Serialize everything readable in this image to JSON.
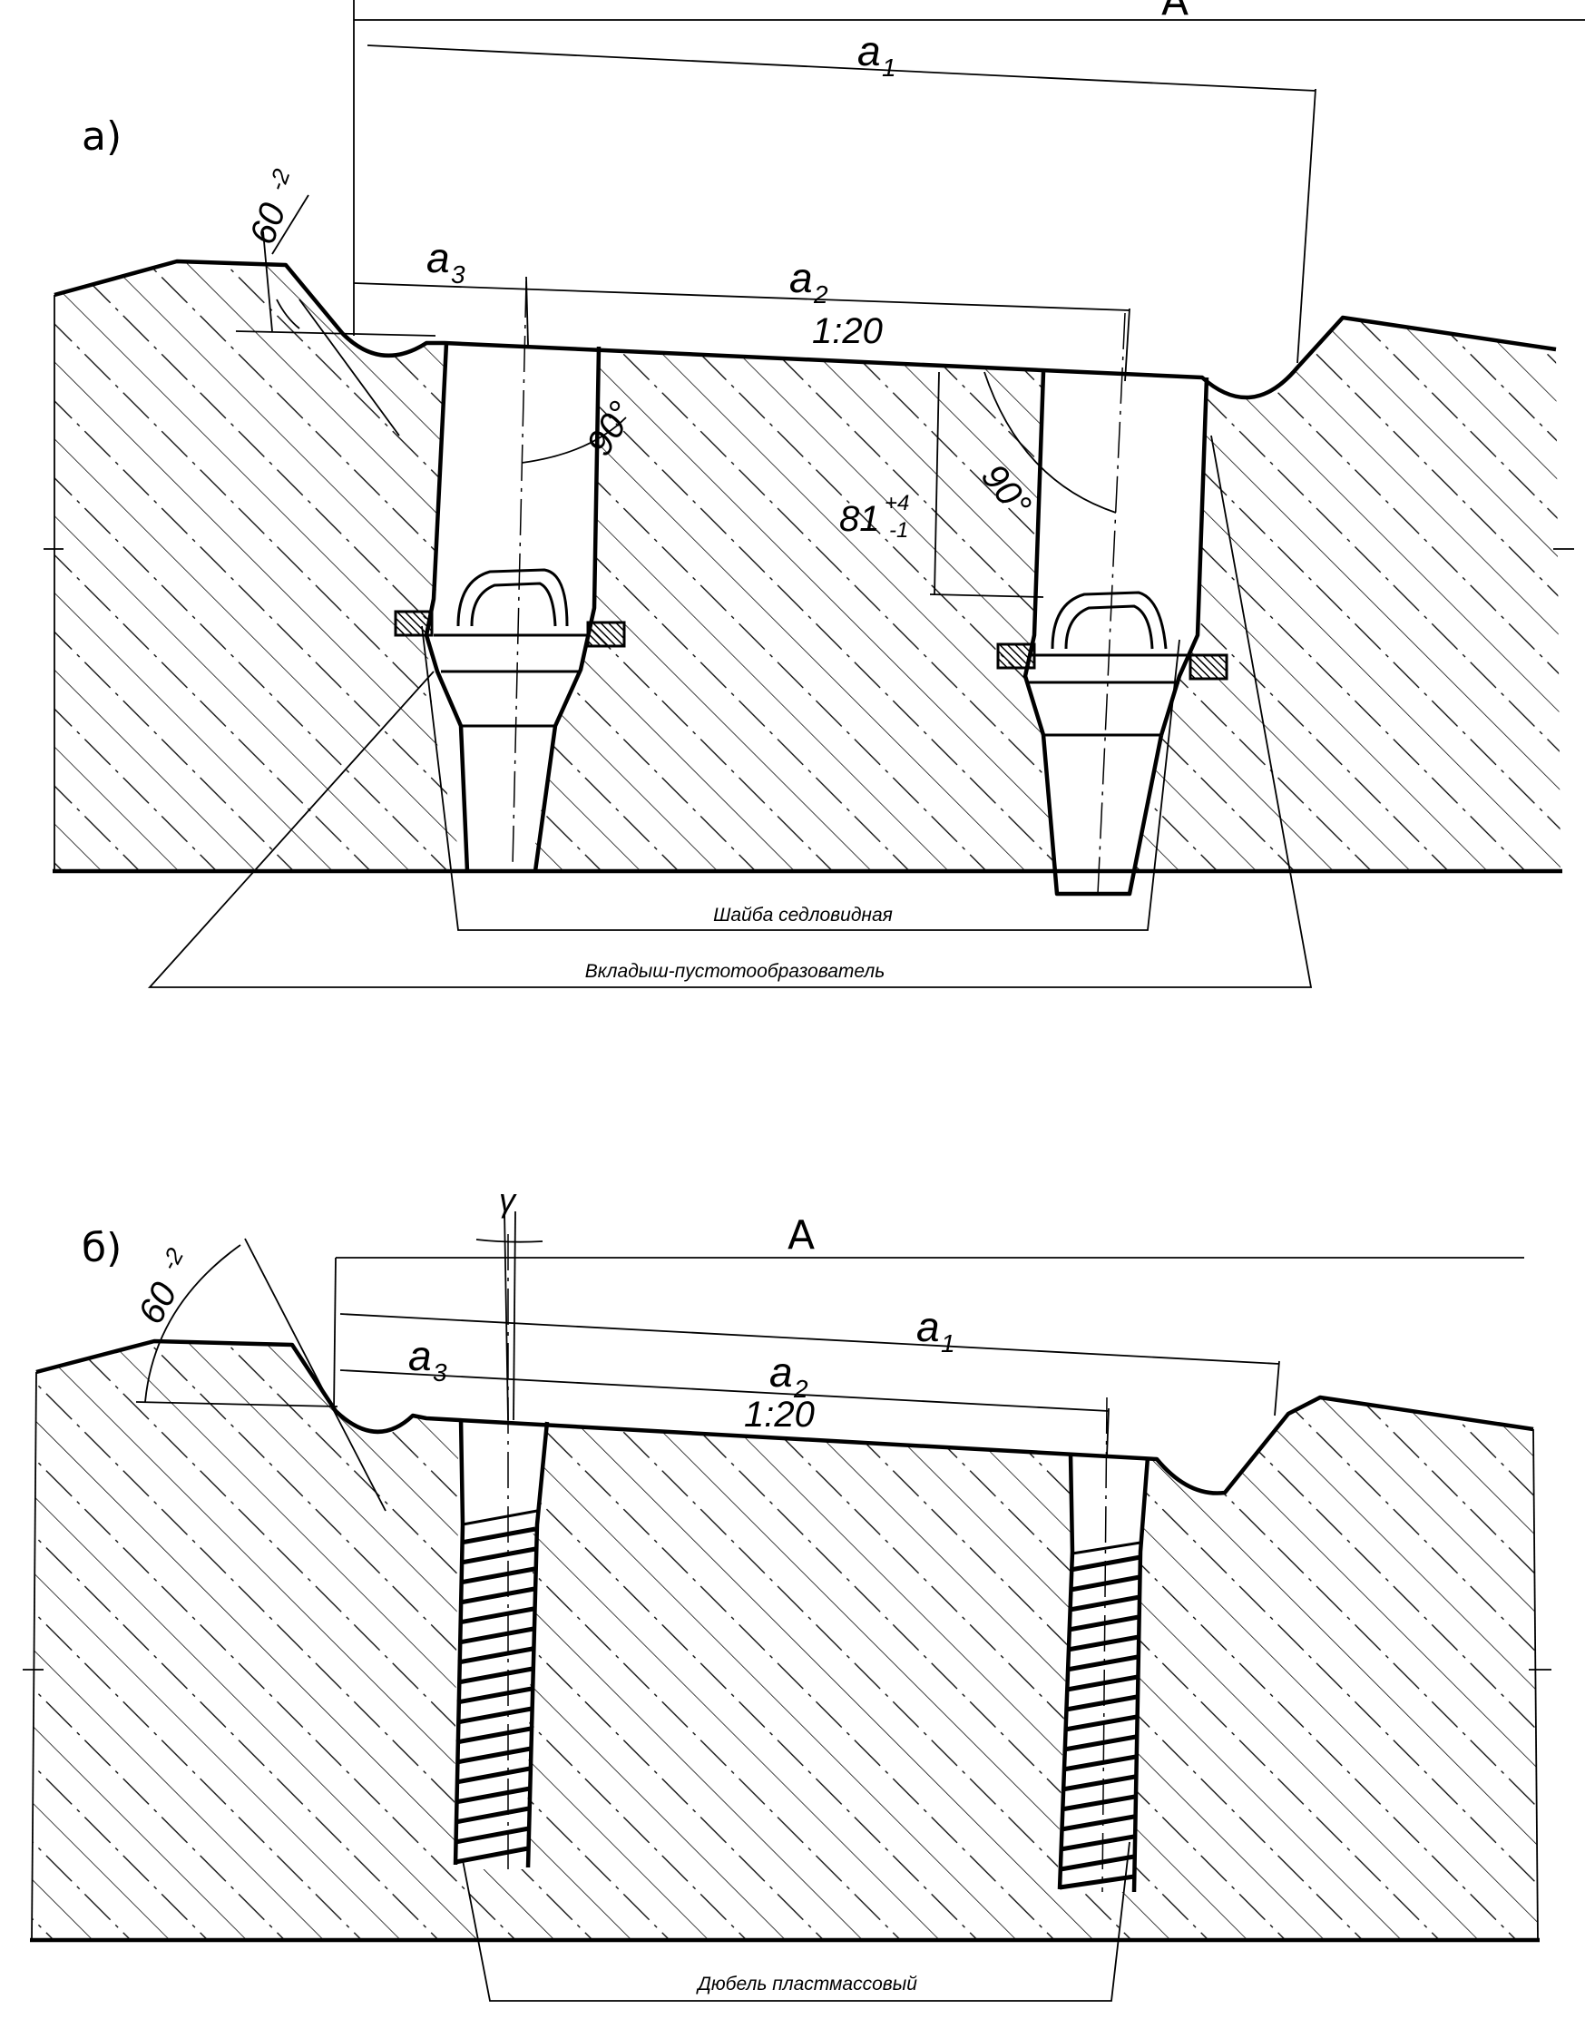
{
  "view_a": {
    "letter": "а)",
    "dim_A": "A",
    "dim_a1": "a",
    "dim_a1_sub": "1",
    "dim_a2": "a",
    "dim_a2_sub": "2",
    "dim_a3": "a",
    "dim_a3_sub": "3",
    "angle_60": "60",
    "angle_60_tol": "-2",
    "slope": "1:20",
    "angle_90_left": "90°",
    "angle_90_right": "90°",
    "depth": "81",
    "depth_tol_upper": "+4",
    "depth_tol_lower": "-1",
    "callout_washer": "Шайба седловидная",
    "callout_insert": "Вкладыш-пустотообразователь"
  },
  "view_b": {
    "letter": "б)",
    "dim_A": "A",
    "dim_a1": "a",
    "dim_a1_sub": "1",
    "dim_a2": "a",
    "dim_a2_sub": "2",
    "dim_a3": "a",
    "dim_a3_sub": "3",
    "angle_60": "60",
    "angle_60_tol": "-2",
    "slope": "1:20",
    "gamma": "γ",
    "callout_dowel": "Дюбель пластмассовый"
  }
}
